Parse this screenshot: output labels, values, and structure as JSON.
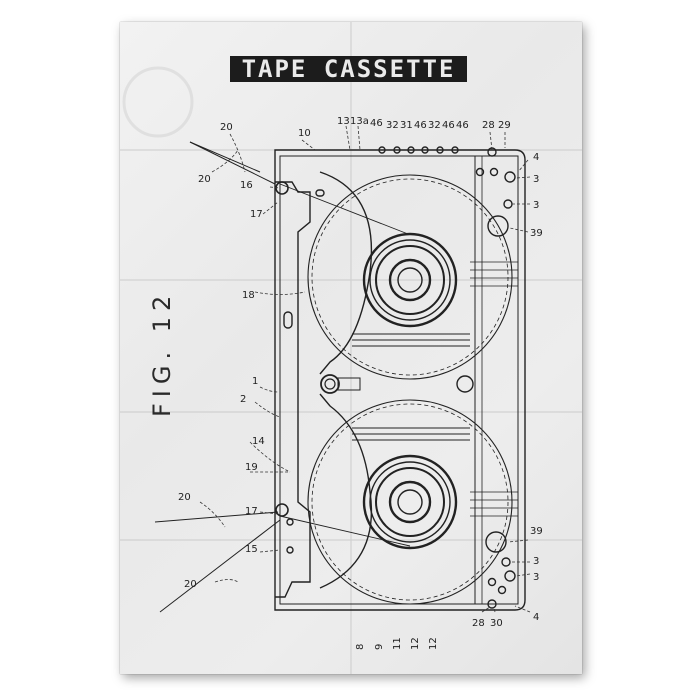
{
  "poster": {
    "title": "TAPE CASSETTE",
    "figure_label": "FIG. 12"
  },
  "labels": {
    "l20a": "20",
    "l20b": "20",
    "l20c": "20",
    "l20d": "20",
    "l16": "16",
    "l17a": "17",
    "l17b": "17",
    "l18": "18",
    "l1": "1",
    "l2": "2",
    "l14": "14",
    "l19": "19",
    "l15": "15",
    "l10": "10",
    "l13": "13",
    "l13a": "13a",
    "l46a": "46",
    "l32a": "32",
    "l31": "31",
    "l46b": "46",
    "l32b": "32",
    "l46c": "46",
    "l46d": "46",
    "l28a": "28",
    "l29": "29",
    "l4a": "4",
    "l3a": "3",
    "l3b": "3",
    "l39a": "39",
    "l39b": "39",
    "l3c": "3",
    "l3d": "3",
    "l4b": "4",
    "l28b": "28",
    "l30": "30",
    "l8": "8",
    "l9": "9",
    "l11": "11",
    "l12a": "12",
    "l12b": "12"
  },
  "colors": {
    "paper": "#ececec",
    "ink": "#1f1f1f"
  }
}
